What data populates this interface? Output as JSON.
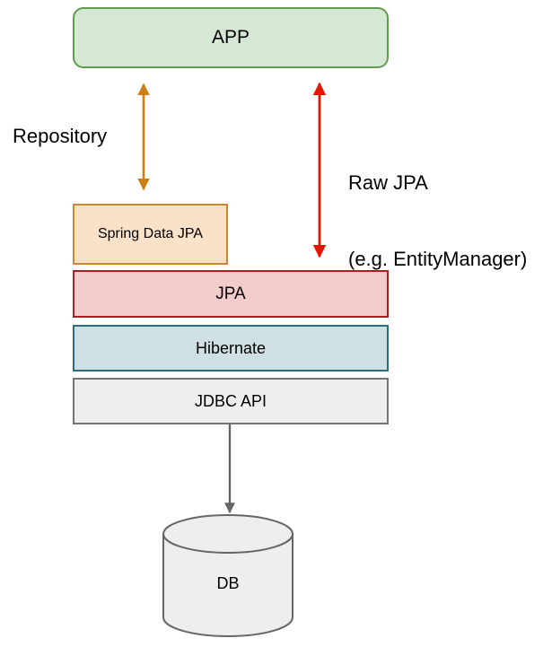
{
  "diagram": {
    "title": "JPA layering diagram",
    "background": "#ffffff",
    "nodes": [
      {
        "id": "app",
        "label": "APP",
        "shape": "rounded-rectangle",
        "fill": "#d5e8d4",
        "stroke": "#5d9e4f"
      },
      {
        "id": "spring-data-jpa",
        "label": "Spring Data JPA",
        "shape": "rectangle",
        "fill": "#fae1c8",
        "stroke": "#cd872d"
      },
      {
        "id": "jpa",
        "label": "JPA",
        "shape": "rectangle",
        "fill": "#f4cccc",
        "stroke": "#a62020"
      },
      {
        "id": "hibernate",
        "label": "Hibernate",
        "shape": "rectangle",
        "fill": "#cfe0e4",
        "stroke": "#2e6d7e"
      },
      {
        "id": "jdbc-api",
        "label": "JDBC API",
        "shape": "rectangle",
        "fill": "#eeeeee",
        "stroke": "#737373"
      },
      {
        "id": "db",
        "label": "DB",
        "shape": "cylinder",
        "fill": "#eeeeee",
        "stroke": "#666666"
      }
    ],
    "edges": [
      {
        "id": "app-to-spring-data-jpa",
        "label": "Repository",
        "from": "app",
        "to": "spring-data-jpa",
        "color": "#cd7f15",
        "arrowheads": "both"
      },
      {
        "id": "app-to-jpa",
        "label": "Raw JPA",
        "label_line2": "(e.g. EntityManager)",
        "from": "app",
        "to": "jpa",
        "color": "#e51400",
        "arrowheads": "both"
      },
      {
        "id": "jdbc-api-to-db",
        "label": "",
        "from": "jdbc-api",
        "to": "db",
        "color": "#666666",
        "arrowheads": "end"
      }
    ]
  }
}
